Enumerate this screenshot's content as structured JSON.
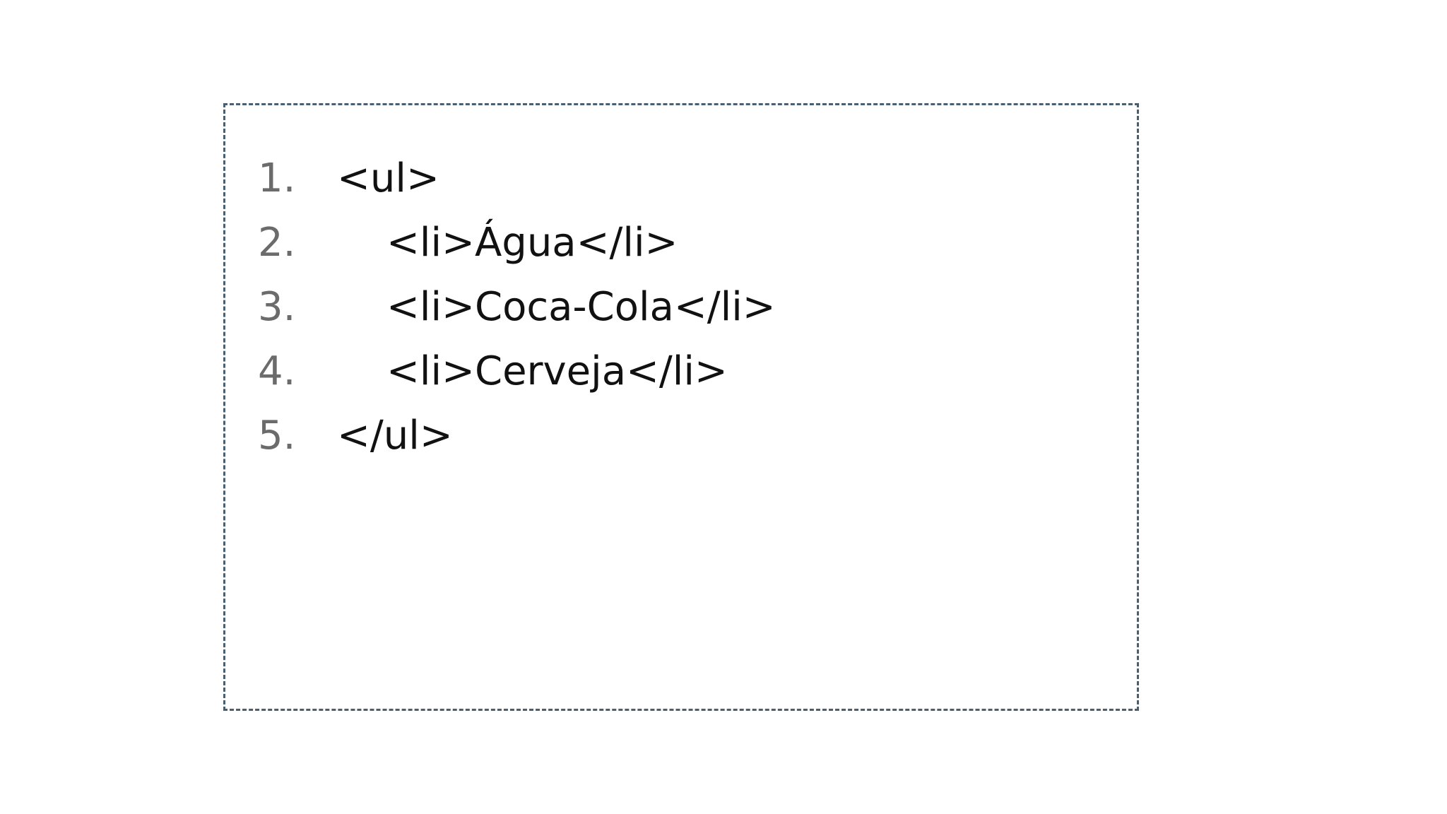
{
  "code_block": {
    "lines": [
      {
        "number": "1.",
        "code": "<ul>"
      },
      {
        "number": "2.",
        "code": "<li>Água</li>"
      },
      {
        "number": "3.",
        "code": "<li>Coca-Cola</li>"
      },
      {
        "number": "4.",
        "code": "<li>Cerveja</li>"
      },
      {
        "number": "5.",
        "code": "</ul>"
      }
    ]
  },
  "colors": {
    "border": "#4a5f70",
    "line_number": "#6b6b6b",
    "code_text": "#111111"
  }
}
